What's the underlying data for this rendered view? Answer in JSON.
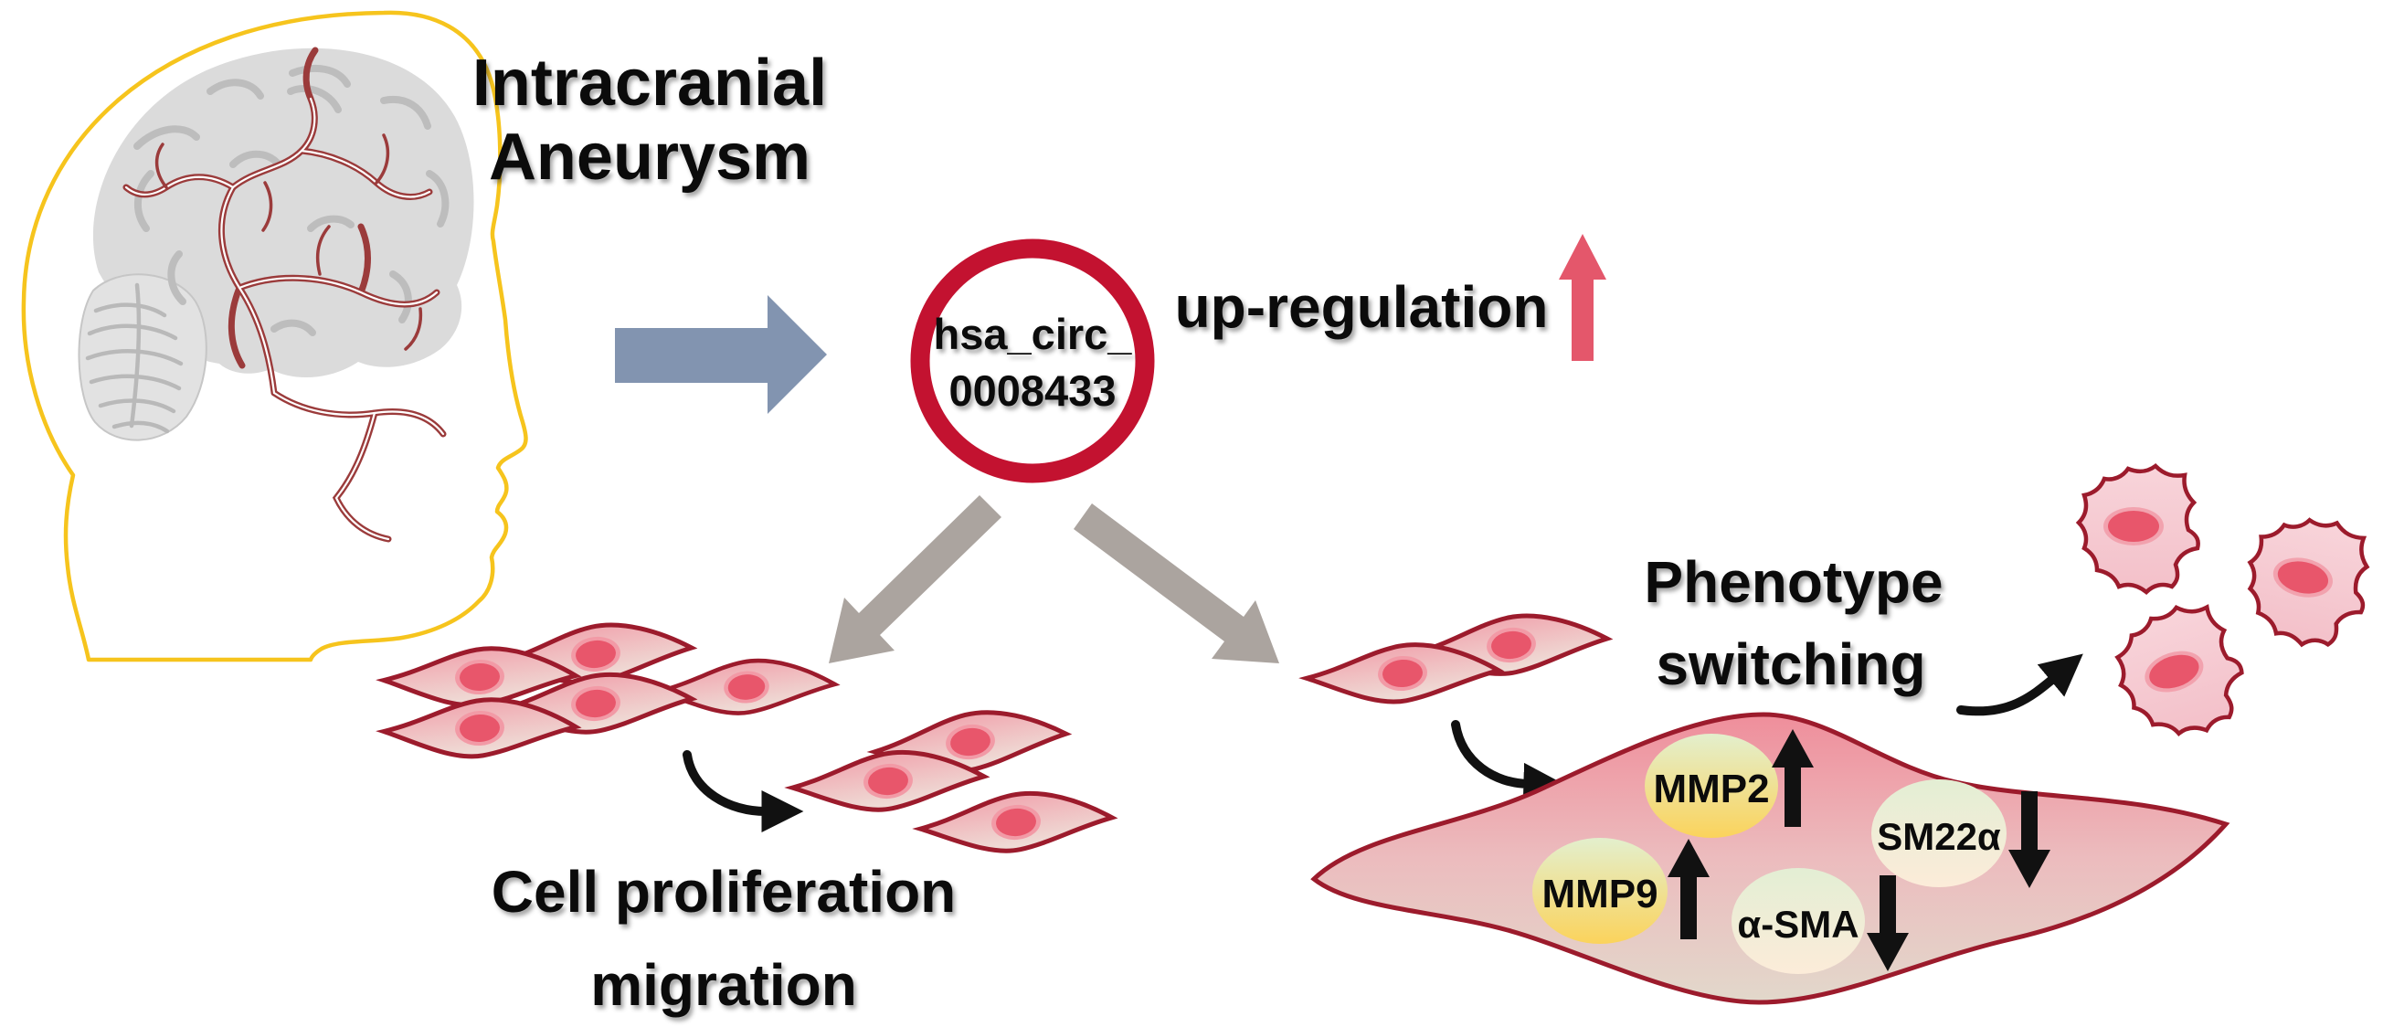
{
  "header": {
    "title_line1": "Intracranial",
    "title_line2": "Aneurysm"
  },
  "circ_badge": {
    "label_line1": "hsa_circ_",
    "label_line2": "0008433"
  },
  "upregulation": {
    "label": "up-regulation",
    "direction": "up"
  },
  "left_branch": {
    "caption_line1": "Cell proliferation",
    "caption_line2": "migration"
  },
  "right_branch": {
    "caption_line1": "Phenotype",
    "caption_line2": "switching",
    "markers": [
      {
        "name": "MMP2",
        "direction": "up"
      },
      {
        "name": "MMP9",
        "direction": "up"
      },
      {
        "name": "α-SMA",
        "direction": "down"
      },
      {
        "name": "SM22α",
        "direction": "down"
      }
    ]
  },
  "colors": {
    "head_outline": "#f6c41d",
    "brain_gray": "#dbdbdb",
    "sulci_gray": "#bdbdbd",
    "vessel_red": "#9b3b3b",
    "flow_arrow_blue": "#8294b0",
    "branch_arrow_gray": "#aba49f",
    "circ_ring_red": "#c31230",
    "upregulation_rose": "#e4576b",
    "cell_outline_dark_red": "#9c1b2c",
    "nucleus_red": "#e8566b",
    "mmp_ellipse_top": "#e3efcd",
    "mmp_ellipse_bottom": "#fbd35c",
    "sma_ellipse_top": "#e3eed4",
    "sma_ellipse_bottom": "#fcecd9",
    "black_arrow": "#111111"
  }
}
